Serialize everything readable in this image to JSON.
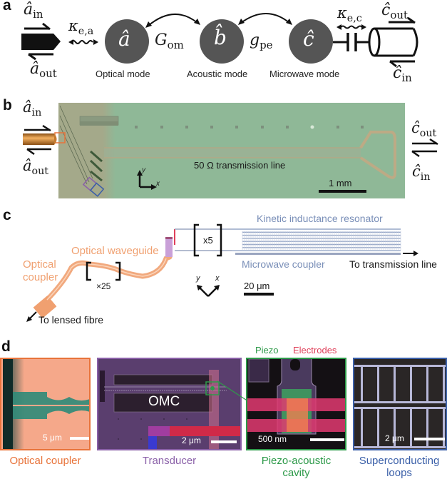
{
  "panels": {
    "a": {
      "letter": "a",
      "fiber_in_label": "â",
      "fiber_in_sub": "in",
      "fiber_out_label": "â",
      "fiber_out_sub": "out",
      "kappa_a_symbol": "κ",
      "kappa_a_sub": "e,a",
      "modes": [
        {
          "symbol": "â",
          "label": "Optical mode"
        },
        {
          "symbol": "b̂",
          "label": "Acoustic mode"
        },
        {
          "symbol": "ĉ",
          "label": "Microwave mode"
        }
      ],
      "coupling_om_symbol": "G",
      "coupling_om_sub": "om",
      "coupling_pe_symbol": "g",
      "coupling_pe_sub": "pe",
      "kappa_c_symbol": "κ",
      "kappa_c_sub": "e,c",
      "coax_out_label": "ĉ",
      "coax_out_sub": "out",
      "coax_in_label": "ĉ",
      "coax_in_sub": "in",
      "mode_color": "#555555"
    },
    "b": {
      "letter": "b",
      "fiber_in_label": "â",
      "fiber_in_sub": "in",
      "fiber_out_label": "â",
      "fiber_out_sub": "out",
      "line_label": "50 Ω transmission line",
      "axis_y": "y",
      "axis_x": "x",
      "scale_label": "1 mm",
      "out_label": "ĉ",
      "out_sub": "out",
      "in_label": "ĉ",
      "in_sub": "in",
      "chip_color": "#8fb897",
      "chip_left_color": "#a4a98a"
    },
    "c": {
      "letter": "c",
      "optical_coupler_label": [
        "Optical",
        "coupler"
      ],
      "waveguide_label": "Optical waveguide",
      "repeat_waveguide": "×25",
      "repeat_resonator": "x5",
      "resonator_label": "Kinetic inductance resonator",
      "microwave_coupler_label": "Microwave coupler",
      "to_transmission_line": "To transmission line",
      "to_lensed_fibre": "To lensed fibre",
      "axis_y": "y",
      "axis_x": "x",
      "scale_label": "20 μm",
      "optical_color": "#f0a070",
      "microwave_color": "#7a8fb8"
    },
    "d": {
      "letter": "d",
      "images": [
        {
          "caption": "Optical coupler",
          "scale": "5 μm",
          "border": "#e8733a",
          "caption_color": "#e8733a"
        },
        {
          "caption": "Transducer",
          "scale": "2 μm",
          "border": "#8a60a8",
          "caption_color": "#8a60a8",
          "inner_label": "OMC"
        },
        {
          "caption_lines": [
            "Piezo-acoustic",
            "cavity"
          ],
          "scale": "500 nm",
          "border": "#2e9a4a",
          "caption_color": "#2e9a4a",
          "top_labels": [
            "Piezo",
            "Electrodes"
          ],
          "top_label_colors": [
            "#2e9a4a",
            "#e0405a"
          ]
        },
        {
          "caption_lines": [
            "Superconducting",
            "loops"
          ],
          "scale": "2 μm",
          "border": "#3a5fa8",
          "caption_color": "#3a5fa8"
        }
      ]
    }
  }
}
